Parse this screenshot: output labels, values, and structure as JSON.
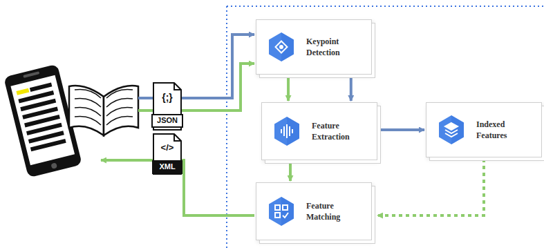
{
  "diagram": {
    "nodes": [
      {
        "text": [
          "Keypoint Detection"
        ]
      },
      {
        "text": [
          "Feature Extraction"
        ]
      },
      {
        "text": [
          "Indexed Features"
        ]
      },
      {
        "text": [
          "Feature Matching"
        ]
      }
    ],
    "edges": [
      {
        "from": 0,
        "to": 1,
        "arrow": "to"
      },
      {
        "from": 0,
        "to": 1,
        "arrow": "to"
      },
      {
        "from": 1,
        "to": 2,
        "arrow": "to"
      },
      {
        "from": 1,
        "to": 3,
        "arrow": "to"
      },
      {
        "from": 2,
        "to": 3,
        "arrow": "to"
      }
    ],
    "labels": [
      "{;}",
      "JSON",
      "</>",
      "XML"
    ]
  }
}
